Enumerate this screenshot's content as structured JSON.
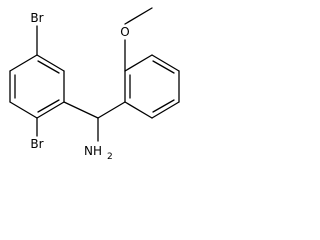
{
  "molecule": {
    "labels": {
      "br_top": "Br",
      "br_bottom": "Br",
      "oxygen": "O",
      "amine_n": "NH",
      "amine_sub": "2"
    },
    "colors": {
      "ink": "#000000",
      "background": "#ffffff"
    }
  }
}
